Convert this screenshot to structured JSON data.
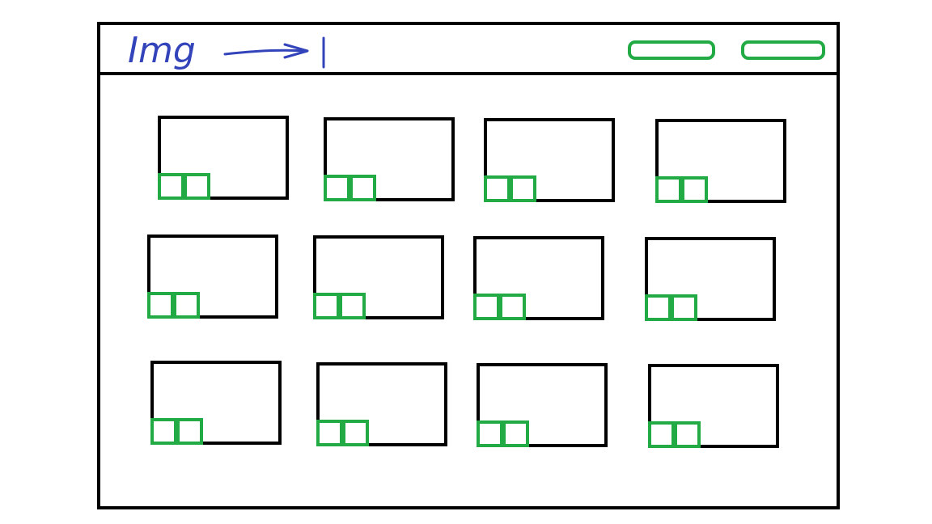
{
  "header": {
    "logo_text": "Img",
    "buttons": [
      {
        "label": ""
      },
      {
        "label": ""
      }
    ]
  },
  "grid": {
    "rows": 3,
    "columns": 4,
    "cards": [
      {
        "row": 1,
        "col": 1
      },
      {
        "row": 1,
        "col": 2
      },
      {
        "row": 1,
        "col": 3
      },
      {
        "row": 1,
        "col": 4
      },
      {
        "row": 2,
        "col": 1
      },
      {
        "row": 2,
        "col": 2
      },
      {
        "row": 2,
        "col": 3
      },
      {
        "row": 2,
        "col": 4
      },
      {
        "row": 3,
        "col": 1
      },
      {
        "row": 3,
        "col": 2
      },
      {
        "row": 3,
        "col": 3
      },
      {
        "row": 3,
        "col": 4
      }
    ],
    "actions_per_card": 2
  },
  "colors": {
    "outline": "#000000",
    "accent_green": "#22aa44",
    "logo_blue": "#3344bb"
  }
}
